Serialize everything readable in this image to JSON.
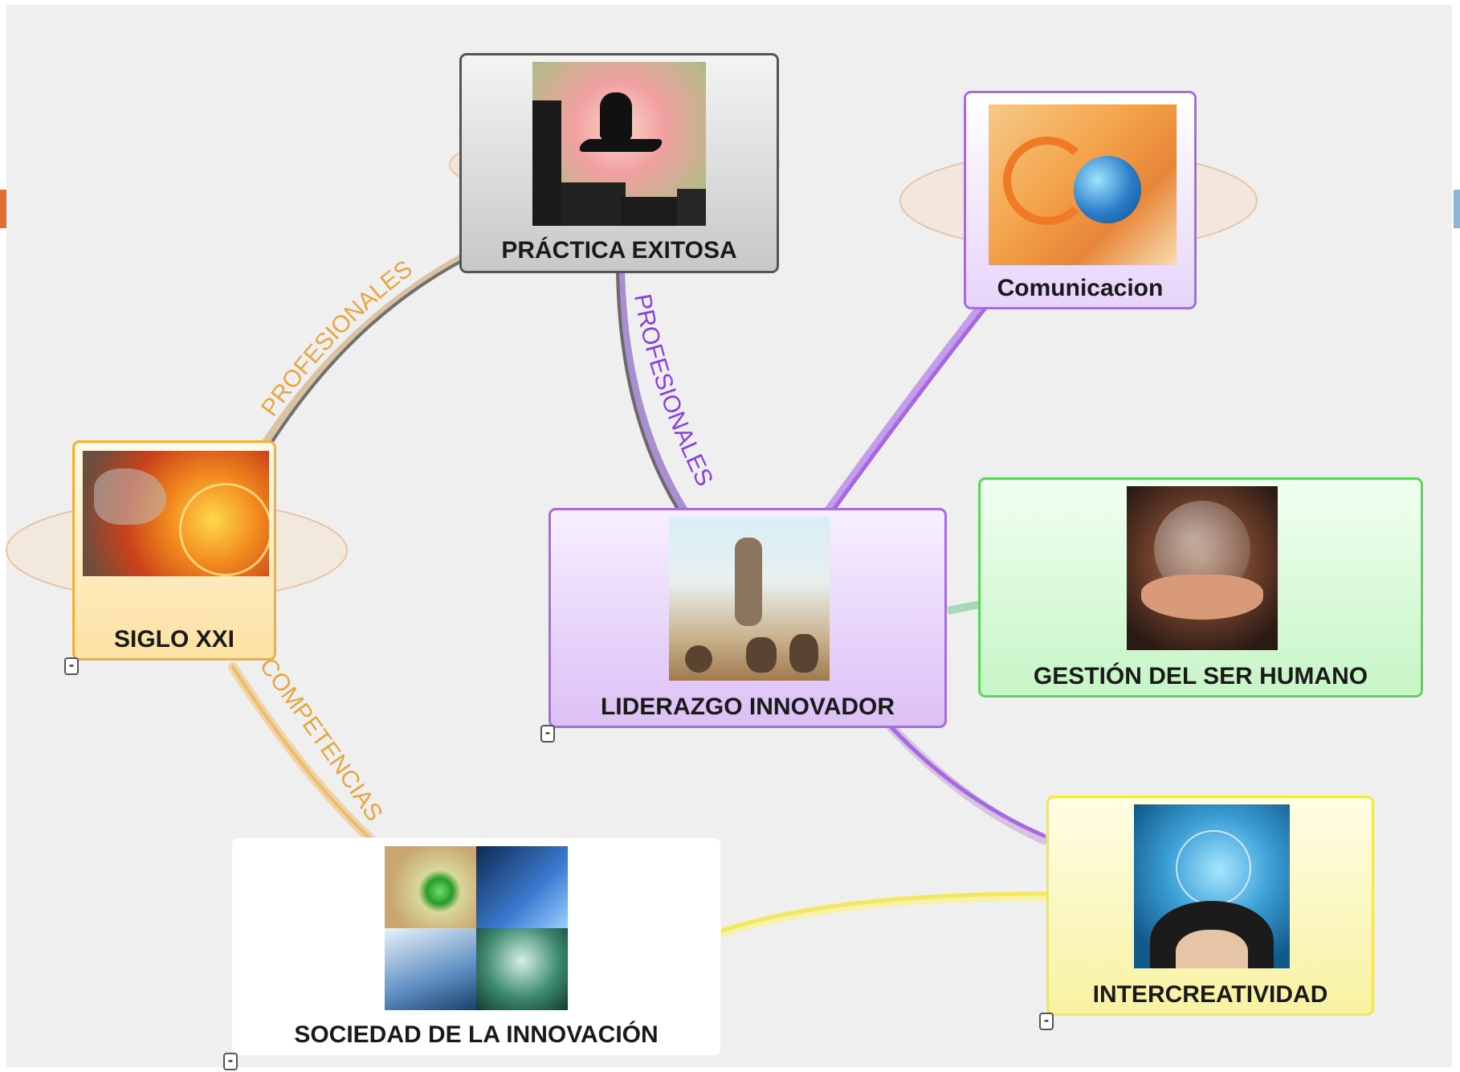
{
  "nodes": {
    "practica": {
      "label": "PRÁCTICA EXITOSA"
    },
    "comunicacion": {
      "label": "Comunicacion"
    },
    "siglo": {
      "label": "SIGLO XXI"
    },
    "liderazgo": {
      "label": "LIDERAZGO INNOVADOR"
    },
    "gestion": {
      "label": "GESTIÓN DEL SER HUMANO"
    },
    "intercreatividad": {
      "label": "INTERCREATIVIDAD"
    },
    "sociedad": {
      "label": "SOCIEDAD DE LA INNOVACIÓN"
    }
  },
  "relationships": {
    "siglo_practica": "PROFESIONALES",
    "practica_liderazgo": "PROFESIONALES",
    "siglo_sociedad": "COMPETENCIAS"
  },
  "collapse_symbol": "-",
  "colors": {
    "gray_node": "#5a5a5a",
    "purple_node": "#a46de0",
    "orange_node": "#f0b040",
    "green_node": "#5ed45e",
    "yellow_node": "#f2e84a",
    "purple_text": "#8a3fe0",
    "orange_text": "#e8a642"
  }
}
